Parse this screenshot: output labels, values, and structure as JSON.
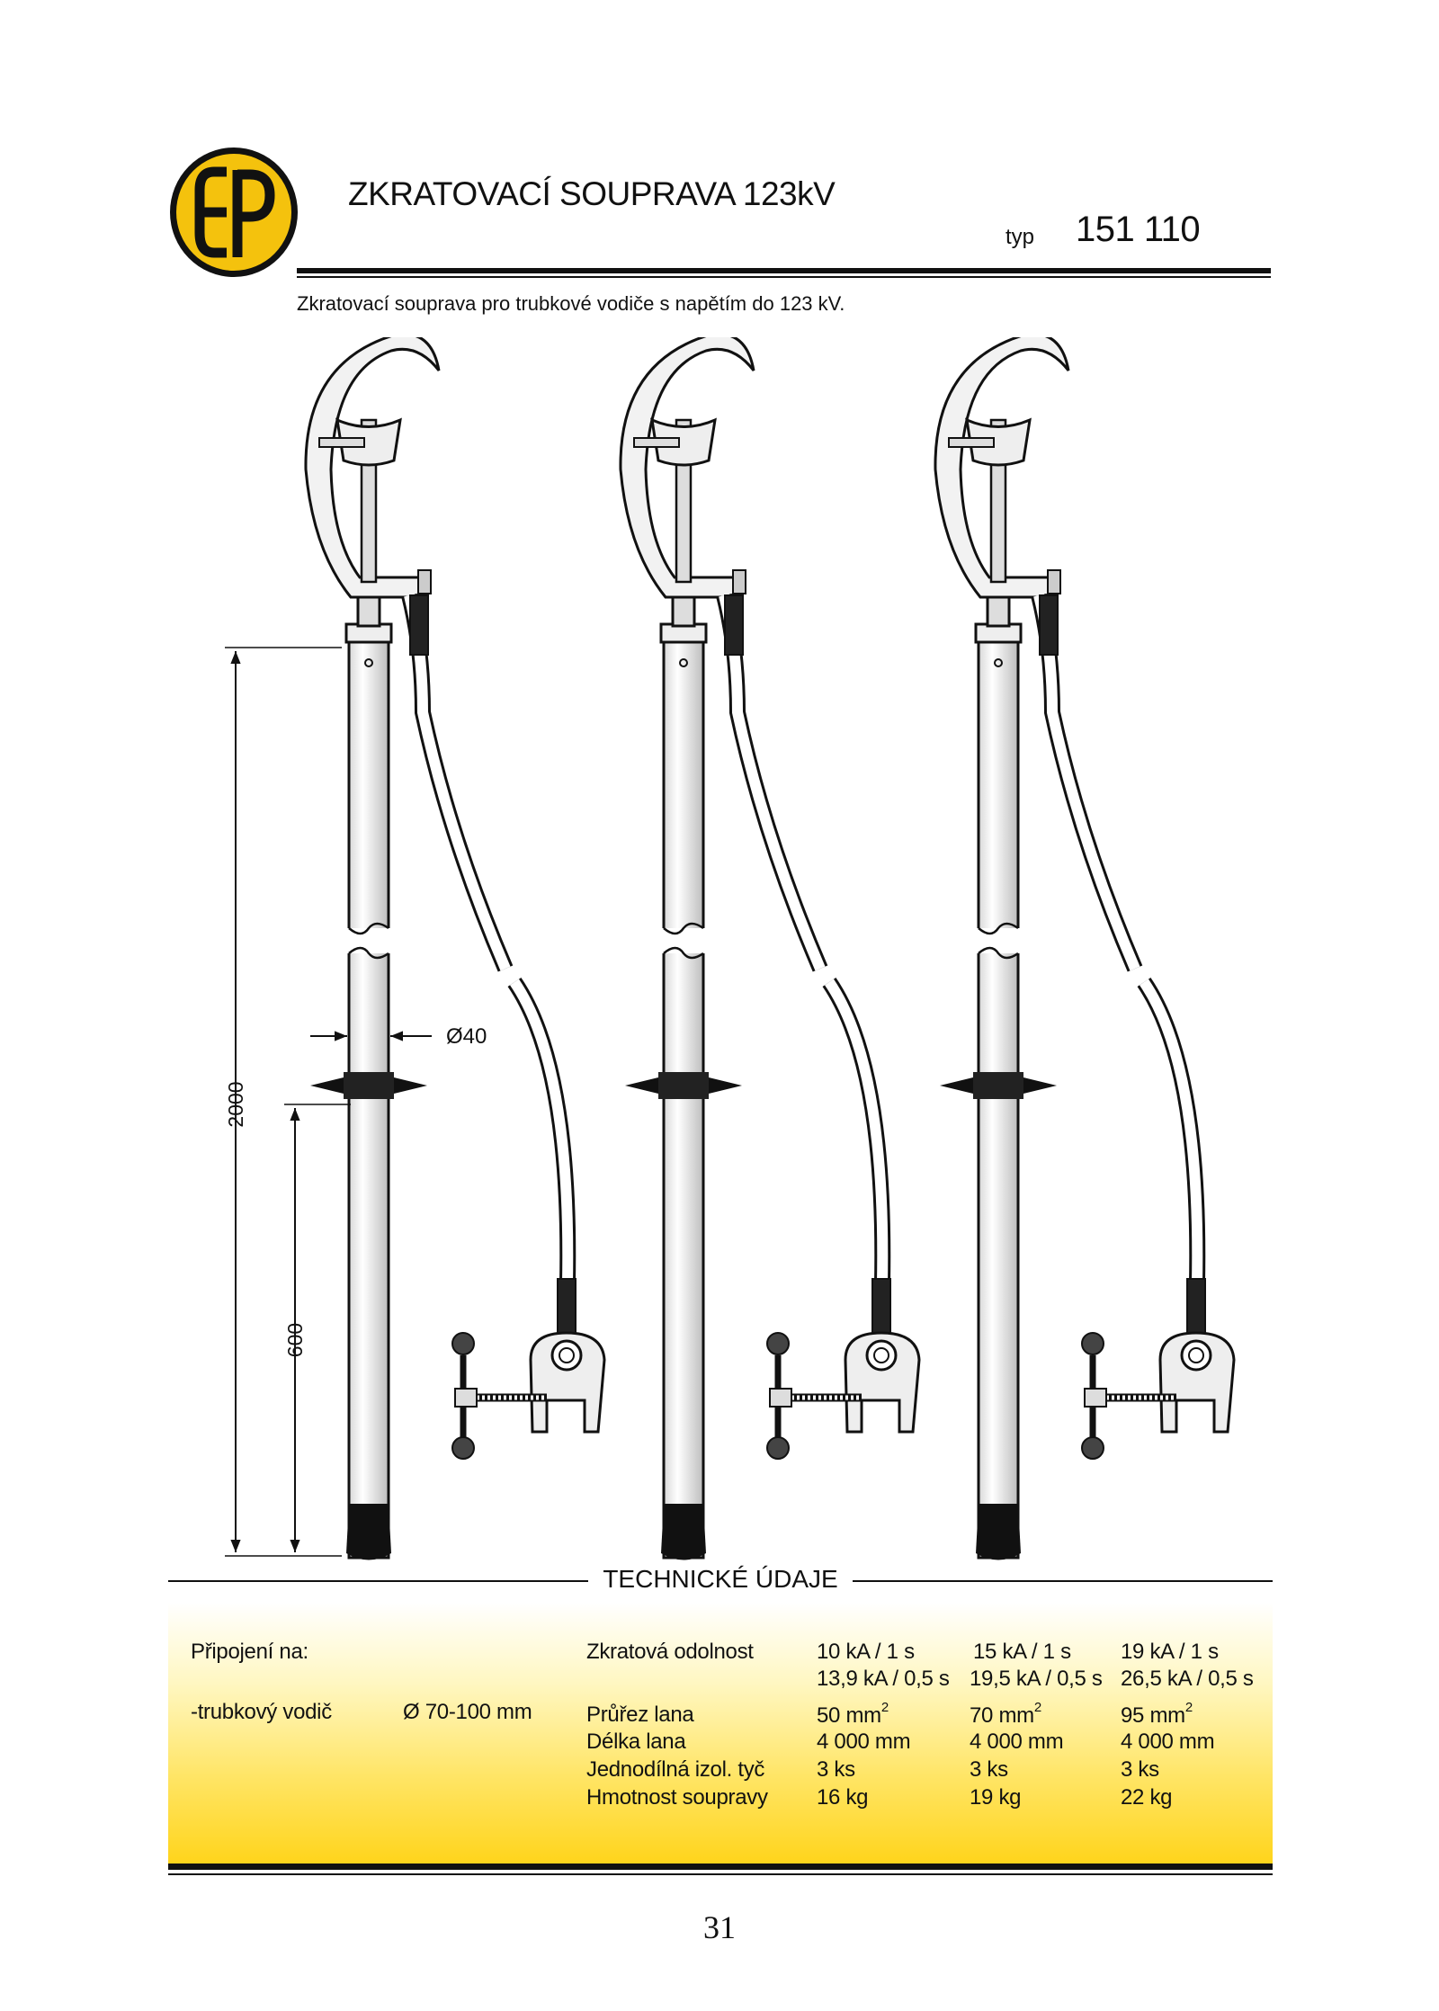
{
  "header": {
    "title": "ZKRATOVACÍ SOUPRAVA 123kV",
    "typ_label": "typ",
    "typ_value": "151 110",
    "description": "Zkratovací souprava pro trubkové vodiče s napětím do 123 kV.",
    "logo_text": "EP",
    "logo_color": "#f4c20d"
  },
  "drawing": {
    "dimension_total": "2000",
    "dimension_lower": "600",
    "diameter": "Ø40"
  },
  "specs": {
    "section_title": "TECHNICKÉ ÚDAJE",
    "connection_label": "Připojení na:",
    "conductor_label": "-trubkový vodič",
    "conductor_value": "Ø 70-100 mm",
    "rows": {
      "short_circuit": "Zkratová odolnost",
      "cross_section": "Průřez lana",
      "rope_length": "Délka lana",
      "rods": "Jednodílná izol. tyč",
      "weight": "Hmotnost soupravy"
    },
    "variants": [
      {
        "sc1": "10 kA / 1 s",
        "sc2": "13,9 kA / 0,5 s",
        "cs": "50 mm",
        "len": "4 000 mm",
        "rods": "3 ks",
        "weight": "16 kg"
      },
      {
        "sc1": "15 kA / 1 s",
        "sc2": "19,5 kA / 0,5 s",
        "cs": "70 mm",
        "len": "4 000 mm",
        "rods": "3 ks",
        "weight": "19 kg"
      },
      {
        "sc1": "19 kA / 1 s",
        "sc2": "26,5 kA / 0,5 s",
        "cs": "95 mm",
        "len": "4 000 mm",
        "rods": "3 ks",
        "weight": "22 kg"
      }
    ],
    "unit_exponent": "2",
    "panel_color": "#ffd316"
  },
  "page_number": "31"
}
